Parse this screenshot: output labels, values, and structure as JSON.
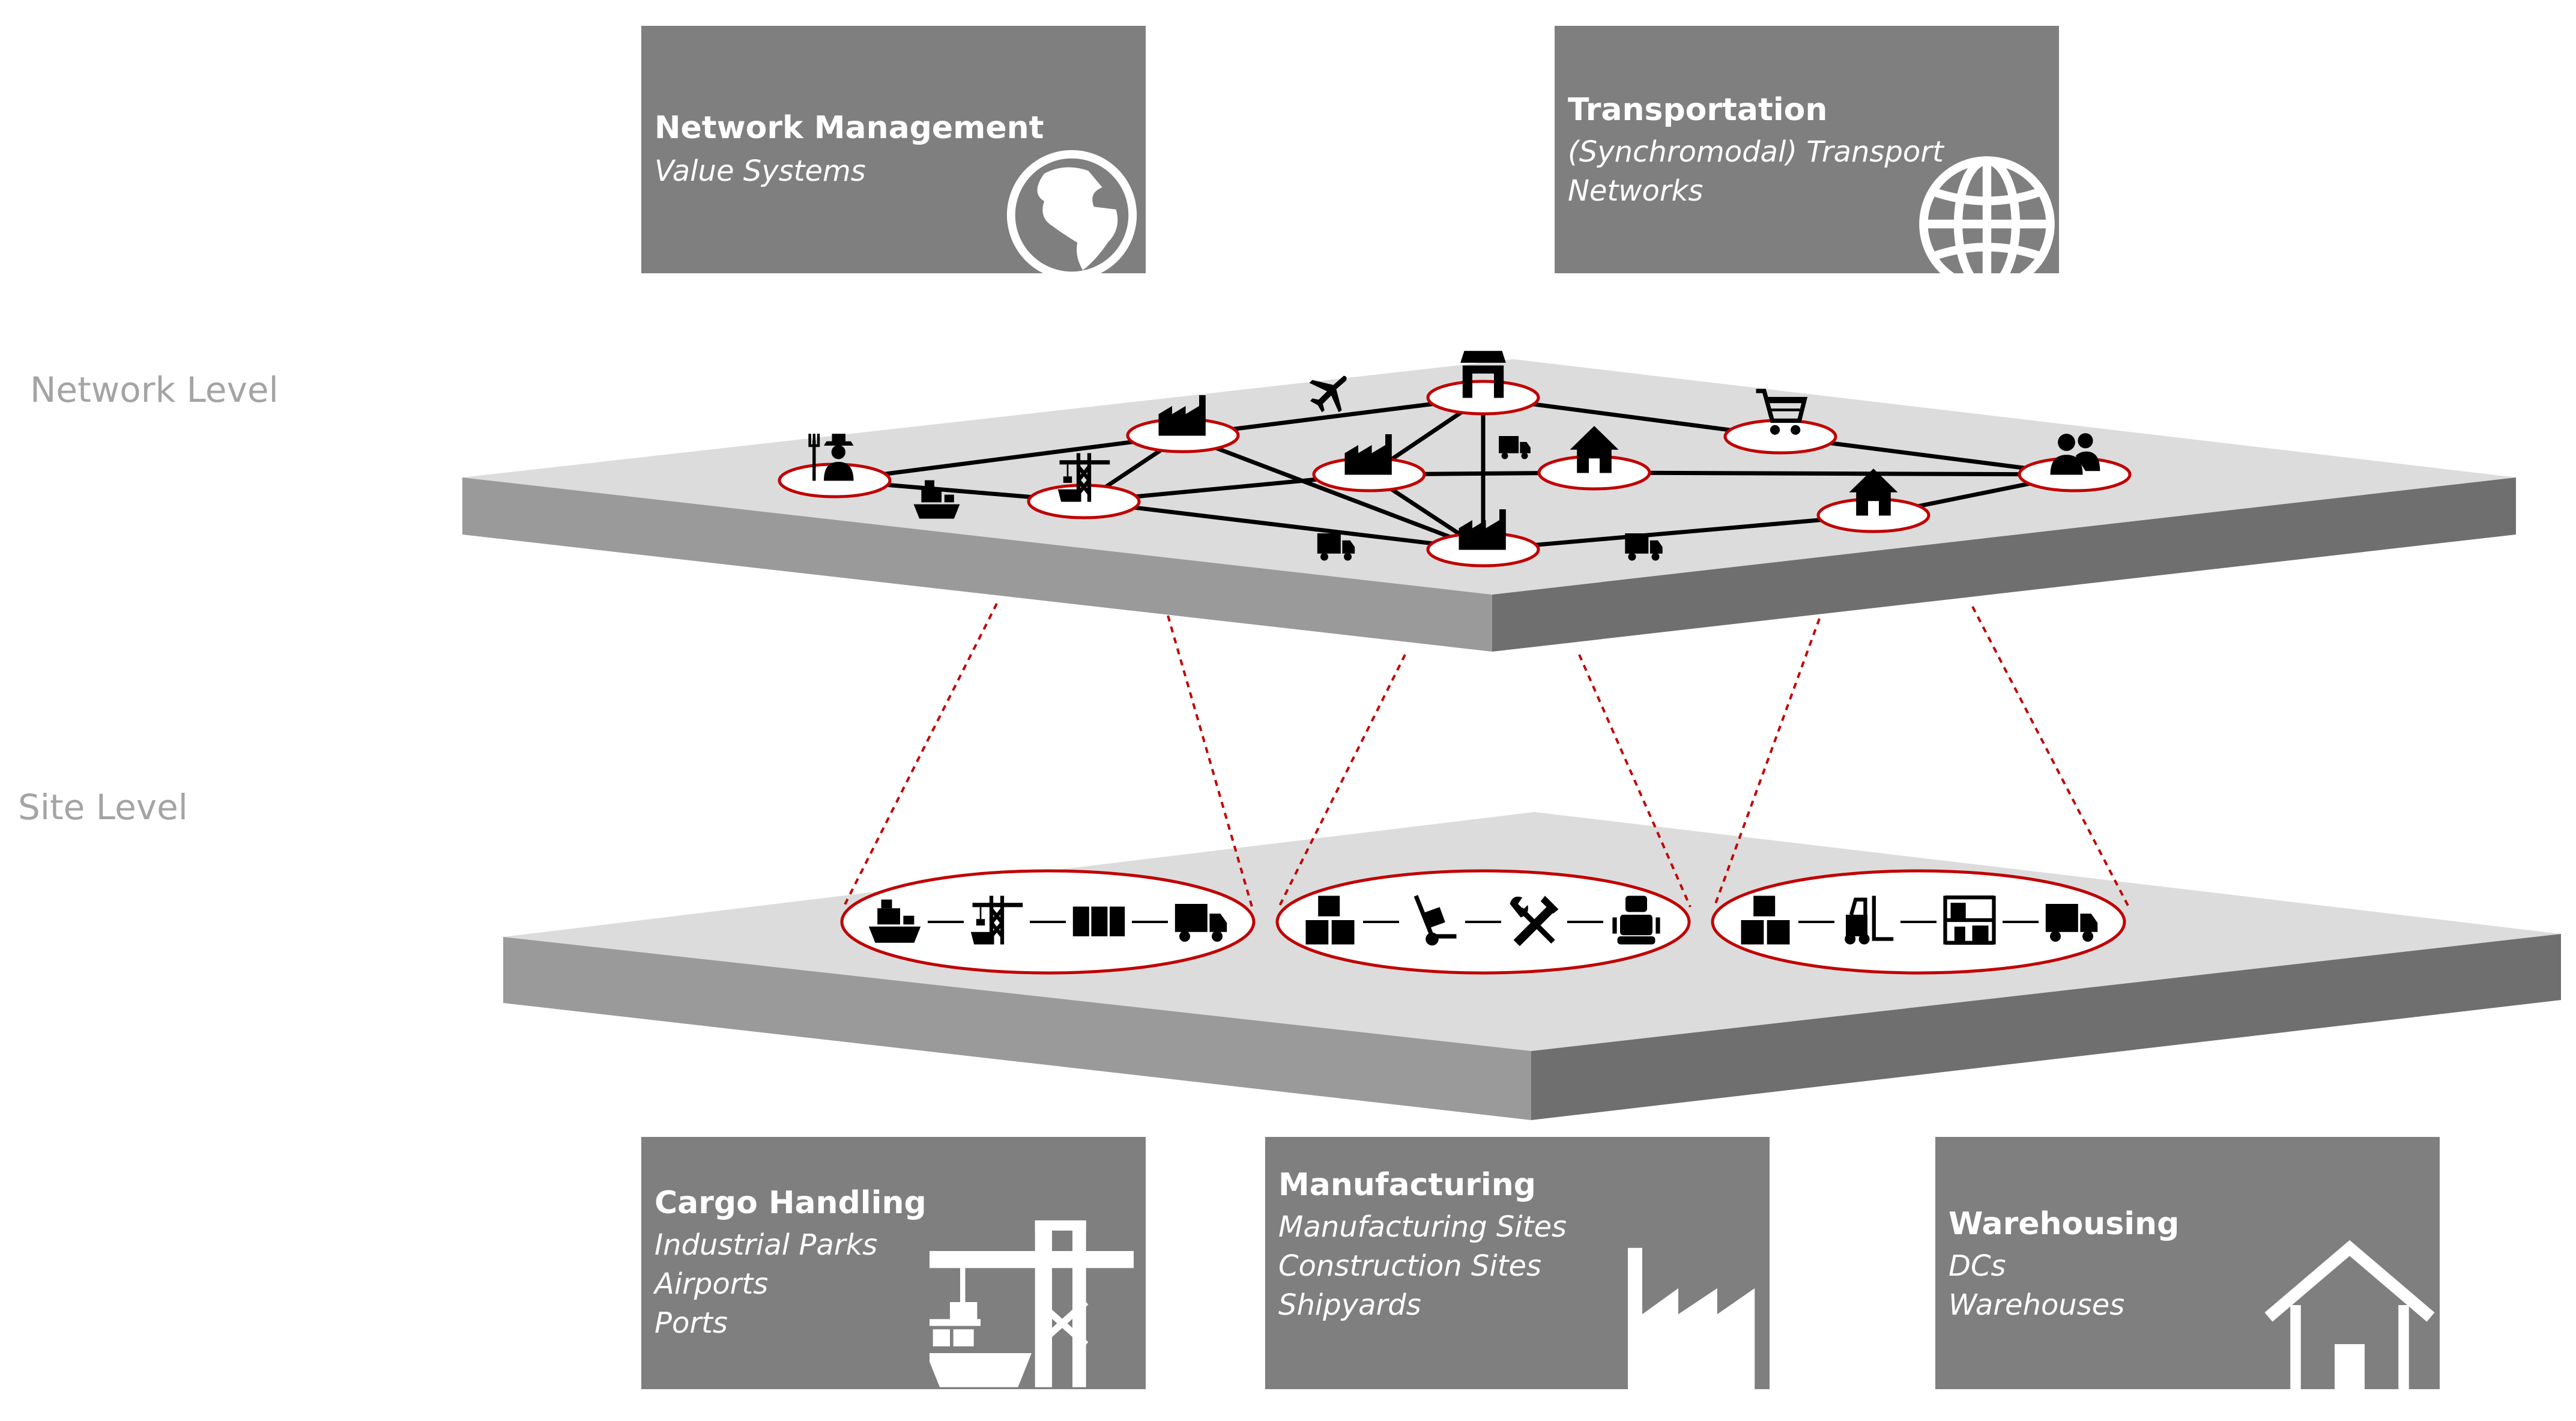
{
  "levels": {
    "network": "Network Level",
    "site": "Site Level"
  },
  "boxes": {
    "network_management": {
      "title": "Network Management",
      "lines": [
        "Value Systems"
      ],
      "icon": "globe-africa-icon"
    },
    "transportation": {
      "title": "Transportation",
      "lines": [
        "(Synchromodal) Transport",
        "Networks"
      ],
      "icon": "globe-grid-icon"
    },
    "cargo_handling": {
      "title": "Cargo Handling",
      "lines": [
        "Industrial Parks",
        "Airports",
        "Ports"
      ],
      "icon": "port-crane-icon"
    },
    "manufacturing": {
      "title": "Manufacturing",
      "lines": [
        "Manufacturing Sites",
        "Construction Sites",
        "Shipyards"
      ],
      "icon": "factory-icon"
    },
    "warehousing": {
      "title": "Warehousing",
      "lines": [
        "DCs",
        "Warehouses"
      ],
      "icon": "house-icon"
    }
  },
  "colors": {
    "box": "#7f7f7f",
    "plate_top": "#dcdcdc",
    "plate_front": "#9a9a9a",
    "plate_side": "#6f6f6f",
    "accent_red": "#c00000",
    "network_line": "#000000",
    "label_gray": "#a4a4a4"
  },
  "network_nodes": [
    {
      "id": "farmer",
      "icon": "farmer-icon"
    },
    {
      "id": "port",
      "icon": "port-crane-icon"
    },
    {
      "id": "factory-1",
      "icon": "factory-icon"
    },
    {
      "id": "factory-2",
      "icon": "factory-icon"
    },
    {
      "id": "shop",
      "icon": "shop-icon"
    },
    {
      "id": "factory-3",
      "icon": "factory-icon"
    },
    {
      "id": "house-1",
      "icon": "house-icon"
    },
    {
      "id": "cart",
      "icon": "shopping-cart-icon"
    },
    {
      "id": "house-2",
      "icon": "house-icon"
    },
    {
      "id": "customers",
      "icon": "people-icon"
    }
  ],
  "network_links": [
    [
      "farmer",
      "port"
    ],
    [
      "farmer",
      "factory-1"
    ],
    [
      "port",
      "factory-1"
    ],
    [
      "port",
      "factory-2"
    ],
    [
      "port",
      "factory-3"
    ],
    [
      "factory-1",
      "shop"
    ],
    [
      "factory-1",
      "factory-3"
    ],
    [
      "factory-2",
      "shop"
    ],
    [
      "factory-2",
      "factory-3"
    ],
    [
      "shop",
      "cart"
    ],
    [
      "shop",
      "factory-3"
    ],
    [
      "factory-2",
      "house-1"
    ],
    [
      "house-1",
      "customers"
    ],
    [
      "cart",
      "customers"
    ],
    [
      "factory-3",
      "house-2"
    ],
    [
      "house-2",
      "customers"
    ]
  ],
  "transport_icons": [
    "ship-icon",
    "airplane-icon",
    "truck-icon",
    "truck-icon",
    "truck-icon"
  ],
  "site_groups": [
    {
      "name": "cargo-handling",
      "steps": [
        "ship-icon",
        "crane-icon",
        "containers-icon",
        "truck-icon"
      ]
    },
    {
      "name": "manufacturing",
      "steps": [
        "boxes-icon",
        "hand-truck-icon",
        "tools-icon",
        "robot-icon"
      ]
    },
    {
      "name": "warehousing",
      "steps": [
        "boxes-icon",
        "forklift-icon",
        "shelving-icon",
        "truck-icon"
      ]
    }
  ]
}
